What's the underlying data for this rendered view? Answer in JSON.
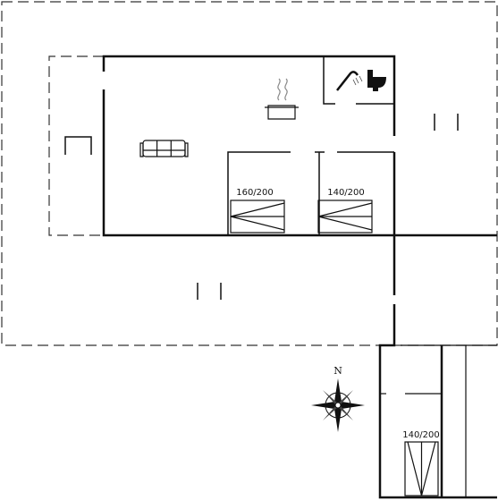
{
  "floorplan": {
    "bed_labels": [
      "160/200",
      "140/200",
      "140/200"
    ],
    "compass_label": "N"
  }
}
